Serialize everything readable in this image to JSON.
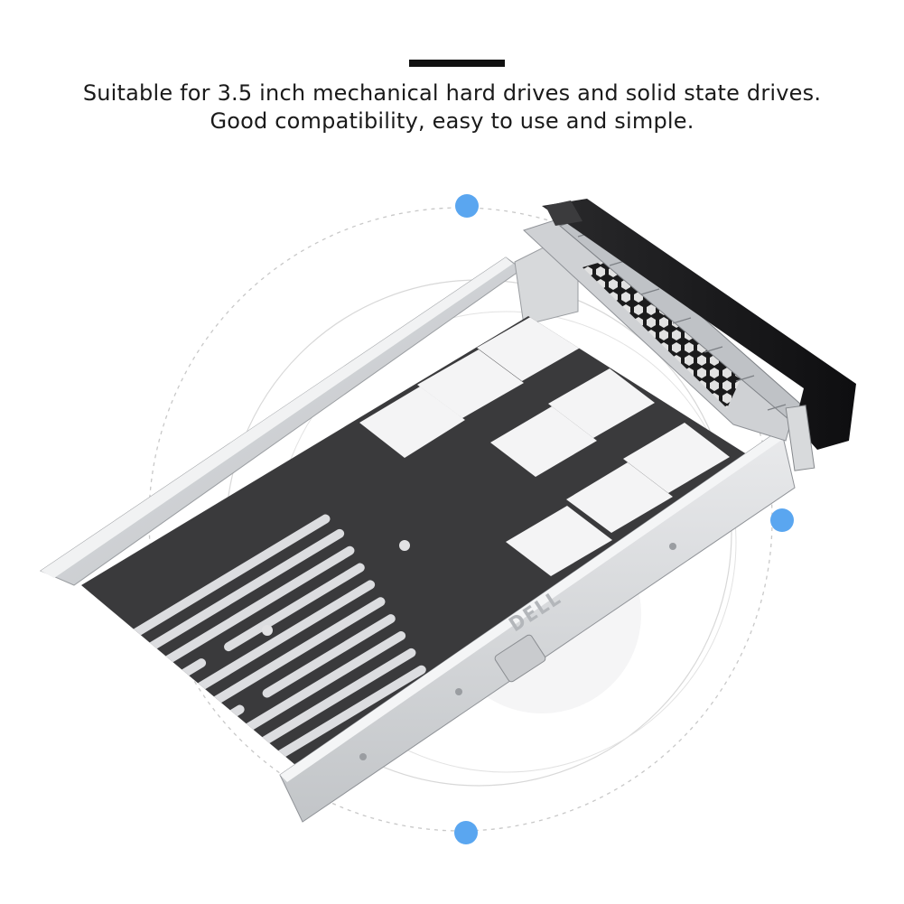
{
  "header": {
    "line1": "Suitable for 3.5 inch mechanical hard drives and solid state drives.",
    "line2": "Good compatibility, easy to use and simple."
  },
  "product": {
    "engraving": "DELL"
  },
  "colors": {
    "accent_bar": "#111111",
    "marker_dot": "#5aa6f0",
    "orbit_line": "#c8c8c8",
    "tray_metal": "#d4d6d8",
    "tray_plate": "#3a3a3c",
    "tray_handle": "#1e1e20"
  },
  "icons": {
    "marker": "blue-dot-icon"
  }
}
